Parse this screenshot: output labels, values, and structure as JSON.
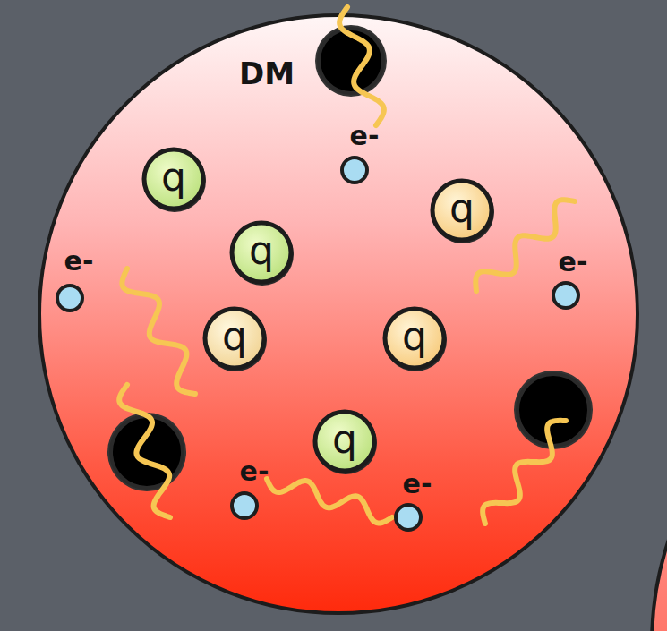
{
  "diagram": {
    "nodes": [
      {
        "text": [
          "q"
        ]
      },
      {
        "text": [
          "q"
        ]
      },
      {
        "text": [
          "q"
        ]
      },
      {
        "text": [
          "q"
        ]
      },
      {
        "text": [
          "q"
        ]
      },
      {
        "text": [
          "q"
        ]
      }
    ],
    "labels": [
      "DM",
      "e-",
      "e-",
      "e-",
      "e-",
      "e-"
    ]
  }
}
